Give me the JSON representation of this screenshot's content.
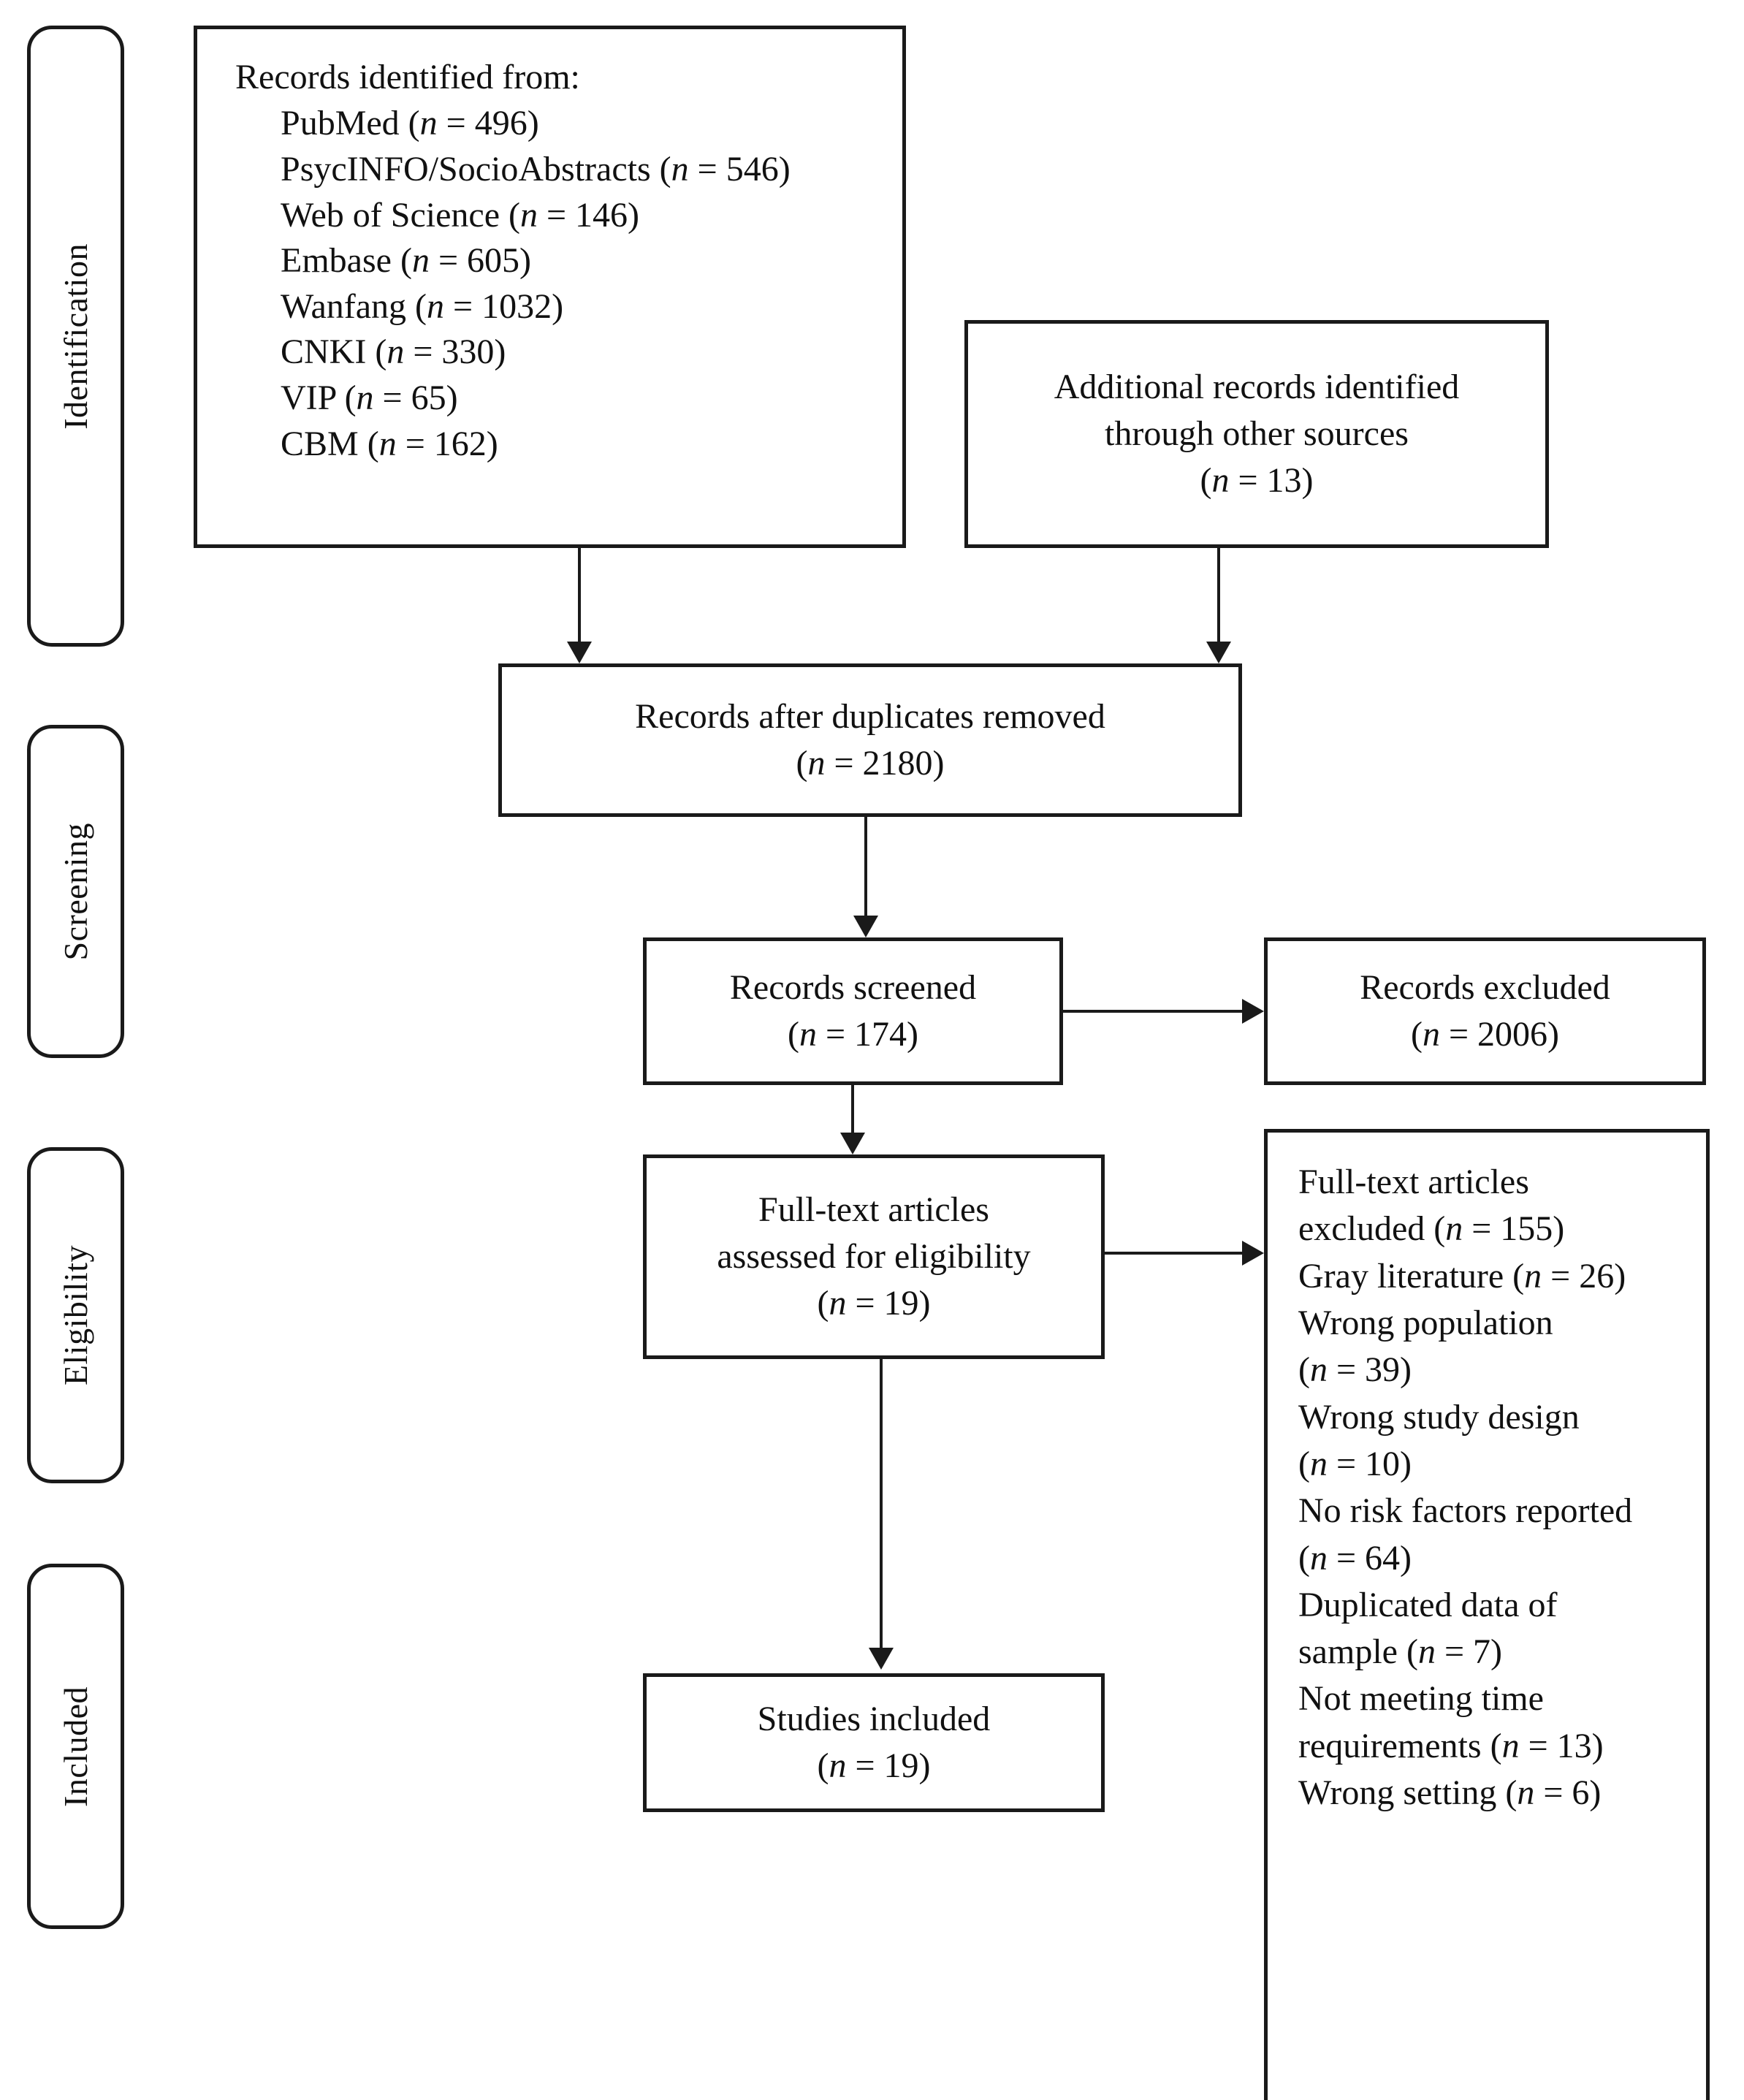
{
  "diagram": {
    "type": "prisma-flow-diagram",
    "title": "PRISMA study selection flow diagram"
  },
  "phases": [
    {
      "label": "Identification"
    },
    {
      "label": "Screening"
    },
    {
      "label": "Eligibility"
    },
    {
      "label": "Included"
    }
  ],
  "identification": {
    "heading": "Records identified from:",
    "sources": [
      {
        "name": "PubMed",
        "n_label": "(n = 496)",
        "n": 496
      },
      {
        "name": "PsycINFO/SocioAbstracts",
        "n_label": "(n = 546)",
        "n": 546
      },
      {
        "name": "Web of Science",
        "n_label": "(n = 146)",
        "n": 146
      },
      {
        "name": "Embase",
        "n_label": "(n = 605)",
        "n": 605
      },
      {
        "name": "Wanfang",
        "n_label": "(n = 1032)",
        "n": 1032
      },
      {
        "name": "CNKI",
        "n_label": "(n = 330)",
        "n": 330
      },
      {
        "name": "VIP",
        "n_label": "(n = 65)",
        "n": 65
      },
      {
        "name": "CBM",
        "n_label": "(n = 162)",
        "n": 162
      }
    ],
    "lines": [
      "PubMed (n = 496)",
      "PsycINFO/SocioAbstracts (n = 546)",
      "Web of Science (n = 146)",
      "Embase (n = 605)",
      "Wanfang (n = 1032)",
      "CNKI (n = 330)",
      "VIP    (n = 65)",
      "CBM (n = 162)"
    ]
  },
  "additional_records": {
    "line1": "Additional records identified",
    "line2": "through other sources",
    "count_label": "(n = 13)",
    "n": 13
  },
  "duplicates_removed": {
    "line1": "Records after duplicates removed",
    "count_label": "(n = 2180)",
    "n": 2180
  },
  "records_screened": {
    "line1": "Records screened",
    "count_label": "(n = 174)",
    "n": 174
  },
  "records_excluded": {
    "line1": "Records excluded",
    "count_label": "(n = 2006)",
    "n": 2006
  },
  "fulltext_assessed": {
    "line1": "Full-text articles",
    "line2": "assessed for eligibility",
    "count_label": "(n = 19)",
    "n": 19
  },
  "fulltext_excluded": {
    "lines": [
      "Full-text articles",
      "excluded (n = 155)",
      "Gray literature (n = 26)",
      "Wrong population",
      "(n = 39)",
      "Wrong study design",
      "(n = 10)",
      "No risk factors reported",
      "(n = 64)",
      "Duplicated data of",
      "sample (n = 7)",
      "Not meeting time",
      "requirements (n = 13)",
      "Wrong setting (n = 6)"
    ],
    "reasons": [
      {
        "reason": "Full-text articles excluded",
        "n_label": "(n = 155)",
        "n": 155
      },
      {
        "reason": "Gray literature",
        "n_label": "(n = 26)",
        "n": 26
      },
      {
        "reason": "Wrong population",
        "n_label": "(n = 39)",
        "n": 39
      },
      {
        "reason": "Wrong study design",
        "n_label": "(n = 10)",
        "n": 10
      },
      {
        "reason": "No risk factors reported",
        "n_label": "(n = 64)",
        "n": 64
      },
      {
        "reason": "Duplicated data of sample",
        "n_label": "(n = 7)",
        "n": 7
      },
      {
        "reason": "Not meeting time requirements",
        "n_label": "(n = 13)",
        "n": 13
      },
      {
        "reason": "Wrong setting",
        "n_label": "(n = 6)",
        "n": 6
      }
    ]
  },
  "studies_included": {
    "line1": "Studies included",
    "count_label": "(n = 19)",
    "n": 19
  },
  "colors": {
    "stroke": "#1a1a1a",
    "background": "#ffffff",
    "text": "#111111"
  }
}
